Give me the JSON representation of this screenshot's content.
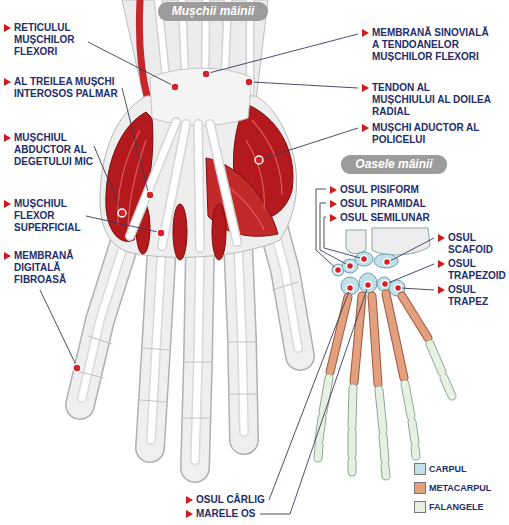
{
  "diagram": {
    "nodes": [
      {
        "text": [
          "Mușchii mâinii"
        ]
      },
      {
        "text": [
          "Oasele mâinii"
        ]
      }
    ],
    "labels": [
      "RETICULUL MUȘCHILOR FLEXORI",
      "AL TREILEA MUȘCHI INTEROSOS PALMAR",
      "MUȘCHIUL ABDUCTOR AL DEGETULUI MIC",
      "MUȘCHIUL FLEXOR SUPERFICIAL",
      "MEMBRANĂ DIGITALĂ FIBROASĂ",
      "MEMBRANĂ SINOVIALĂ A TENDOANELOR MUȘCHILOR FLEXORI",
      "TENDON AL MUȘCHIULUI AL DOILEA RADIAL",
      "MUȘCHI ADUCTOR AL POLICELUI",
      "OSUL PISIFORM",
      "OSUL PIRAMIDAL",
      "OSUL SEMILUNAR",
      "OSUL SCAFOID",
      "OSUL TRAPEZOID",
      "OSUL TRAPEZ",
      "OSUL CÂRLIG",
      "MARELE OS"
    ],
    "legend": [
      {
        "text": "CARPUL",
        "color": "#bfe2ea"
      },
      {
        "text": "METACARPUL",
        "color": "#e3a07e"
      },
      {
        "text": "FALANGELE",
        "color": "#e8f0e2"
      }
    ]
  }
}
